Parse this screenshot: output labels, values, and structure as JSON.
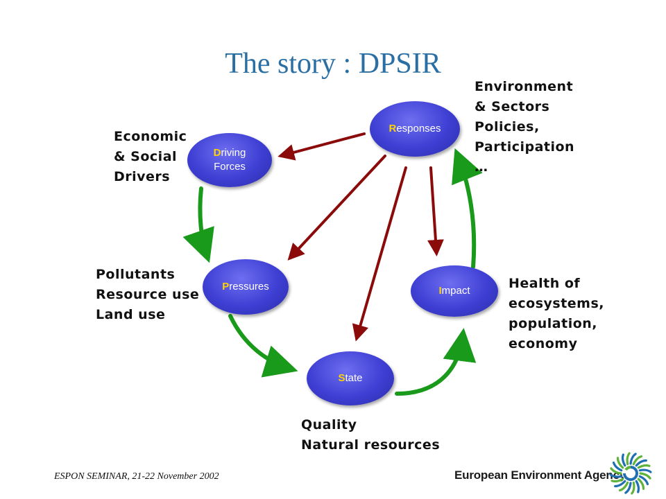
{
  "title": "The story : DPSIR",
  "nodes": {
    "responses": {
      "initial": "R",
      "rest": "esponses"
    },
    "driving": {
      "initial": "D",
      "line1_rest": "riving",
      "line2": "Forces"
    },
    "pressures": {
      "initial": "P",
      "rest": "ressures"
    },
    "impact": {
      "initial": "I",
      "rest": "mpact"
    },
    "state": {
      "initial": "S",
      "rest": "tate"
    }
  },
  "annotations": {
    "drivers": [
      "Economic",
      "& Social",
      "Drivers"
    ],
    "responses": [
      "Environment",
      "& Sectors",
      "Policies,",
      "Participation",
      "…"
    ],
    "pressures": [
      "Pollutants",
      "Resource use",
      "Land use"
    ],
    "impact": [
      "Health of",
      "ecosystems,",
      "population,",
      "economy"
    ],
    "state": [
      "Quality",
      "Natural resources"
    ]
  },
  "footer": "ESPON SEMINAR, 21-22 November 2002",
  "logo": {
    "name": "European Environment Agency",
    "icon": "eea-logo-icon"
  },
  "colors": {
    "title": "#2a6fa3",
    "node_fill": "#3e3fd3",
    "node_initial": "#ffd400",
    "cycle_arrow": "#1a9a1a",
    "response_arrow": "#8b0a0a",
    "logo_green": "#5fb33a",
    "logo_blue": "#1f6fb2"
  }
}
